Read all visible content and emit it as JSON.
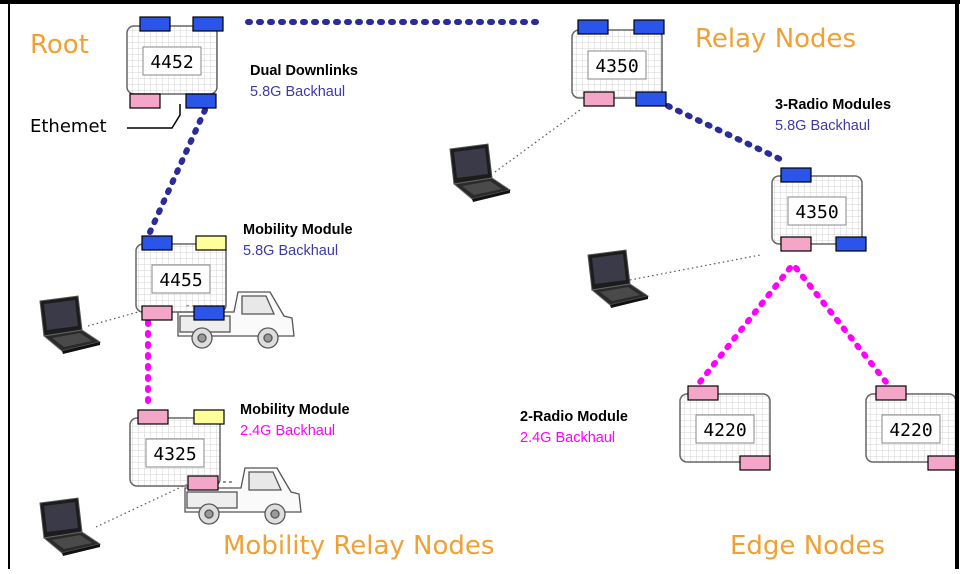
{
  "labels": {
    "root": "Root",
    "relay_nodes": "Relay Nodes",
    "mobility_relay_nodes": "Mobility Relay Nodes",
    "edge_nodes": "Edge Nodes",
    "ethernet": "Ethemet"
  },
  "annotations": {
    "dual_downlinks": {
      "title": "Dual Downlinks",
      "sub": "5.8G Backhaul"
    },
    "three_radio": {
      "title": "3-Radio Modules",
      "sub": "5.8G Backhaul"
    },
    "mobility_58": {
      "title": "Mobility Module",
      "sub": "5.8G Backhaul"
    },
    "mobility_24": {
      "title": "Mobility Module",
      "sub": "2.4G Backhaul"
    },
    "two_radio": {
      "title": "2-Radio Module",
      "sub": "2.4G Backhaul"
    }
  },
  "nodes": {
    "root": "4452",
    "relay_a": "4350",
    "relay_b": "4350",
    "mobility_a": "4455",
    "mobility_b": "4325",
    "edge_a": "4220",
    "edge_b": "4220"
  },
  "colors": {
    "orange": "#f0a035",
    "blue_text": "#3b3aa8",
    "blue_link": "#2b2b99",
    "magenta": "#ff00ff",
    "port_blue": "#2b55e8",
    "port_pink": "#f4a6c8",
    "port_yellow": "#ffff99"
  }
}
